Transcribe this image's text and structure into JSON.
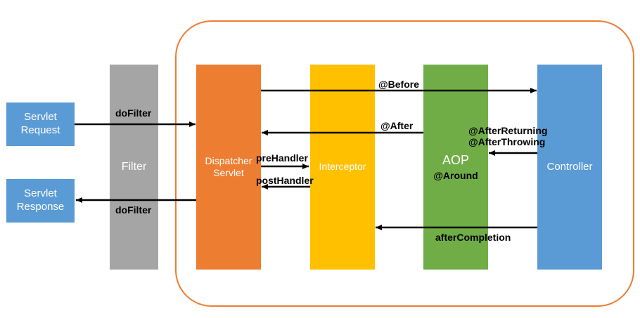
{
  "components": {
    "servlet_request": [
      "Servlet",
      "Request"
    ],
    "servlet_response": [
      "Servlet",
      "Response"
    ],
    "filter": "Filter",
    "dispatcher_servlet": [
      "Dispatcher",
      "Servlet"
    ],
    "interceptor": "Interceptor",
    "aop": {
      "title": "AOP",
      "sub": "@Around"
    },
    "controller": "Controller"
  },
  "flows": {
    "request_dofilter": "doFilter",
    "response_dofilter": "doFilter",
    "before": "@Before",
    "after": "@After",
    "after_returning": "@AfterReturning",
    "after_throwing": "@AfterThrowing",
    "pre_handler": "preHandler",
    "post_handler": "postHandler",
    "after_completion": "afterCompletion"
  },
  "colors": {
    "servlet_blue": "#5b9bd5",
    "filter_gray": "#a5a5a5",
    "dispatcher_orange": "#ed7d31",
    "interceptor_yellow": "#ffc000",
    "aop_green": "#70ad47",
    "controller_blue": "#5b9bd5",
    "container_outline": "#ed7d31"
  }
}
